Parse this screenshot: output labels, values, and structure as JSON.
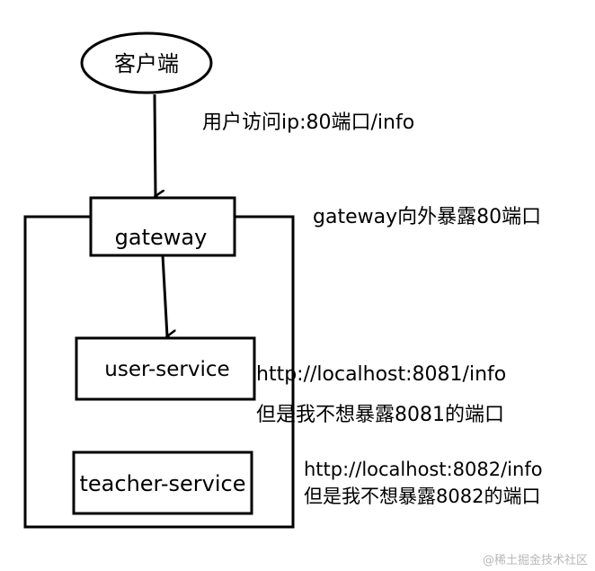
{
  "nodes": {
    "client": "客户端",
    "gateway": "gateway",
    "user_service": "user-service",
    "teacher_service": "teacher-service"
  },
  "annotations": {
    "client_request": "用户访问ip:80端口/info",
    "gateway_exposure": "gateway向外暴露80端口",
    "user_service_url": "http://localhost:8081/info",
    "user_service_note": "但是我不想暴露8081的端口",
    "teacher_service_url": "http://localhost:8082/info",
    "teacher_service_note": "但是我不想暴露8082的端口"
  },
  "watermark": "@稀土掘金技术社区",
  "colors": {
    "stroke": "#000000",
    "text": "#000000",
    "watermark": "#b8b8b8",
    "background": "#ffffff"
  }
}
